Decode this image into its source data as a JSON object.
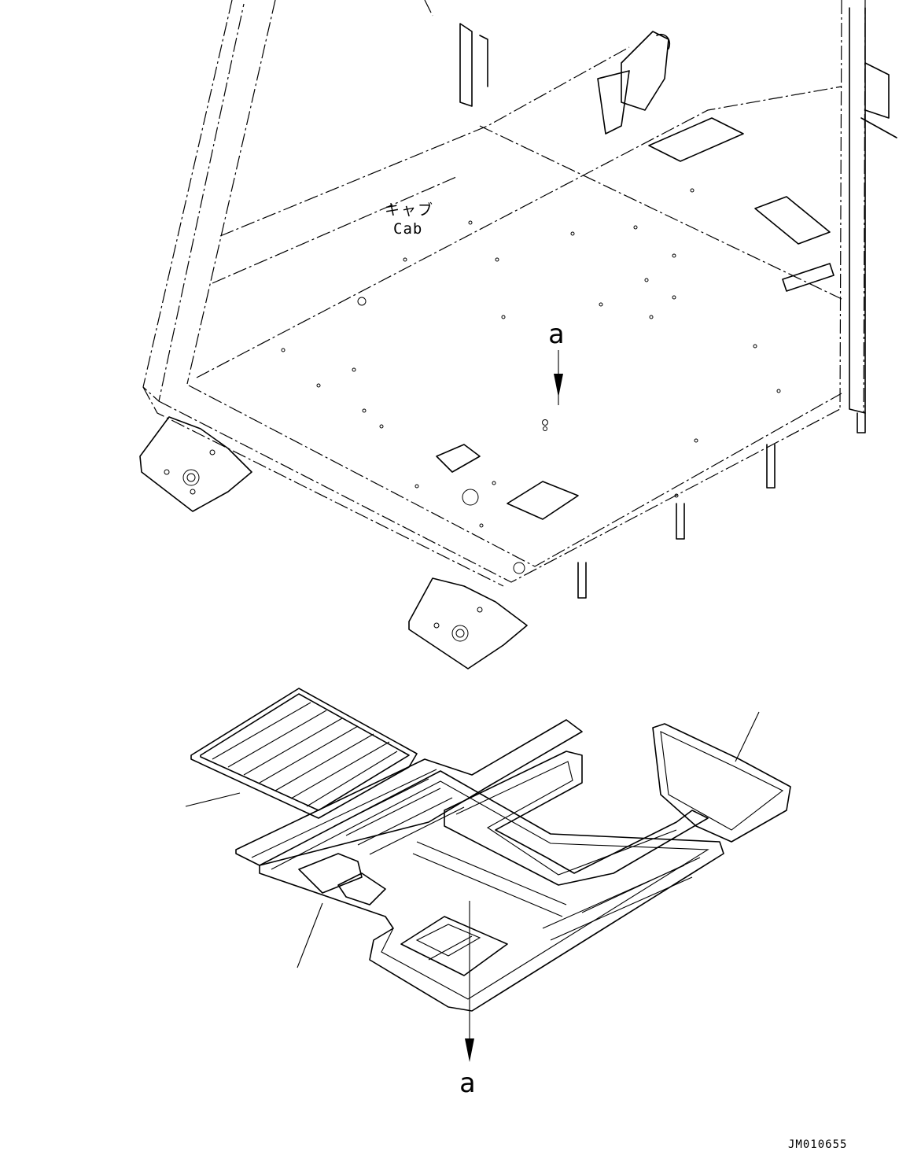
{
  "labels": {
    "cab_jp": "キャブ",
    "cab_en": "Cab",
    "view_a_top": "a",
    "view_a_bottom": "a",
    "drawing_code": "JM010655"
  },
  "icons": {
    "arrow_top": "arrow-down-icon",
    "arrow_bottom": "arrow-down-icon",
    "mat_logo": "komatsu-logo"
  },
  "colors": {
    "ink": "#000000",
    "paper": "#ffffff"
  }
}
